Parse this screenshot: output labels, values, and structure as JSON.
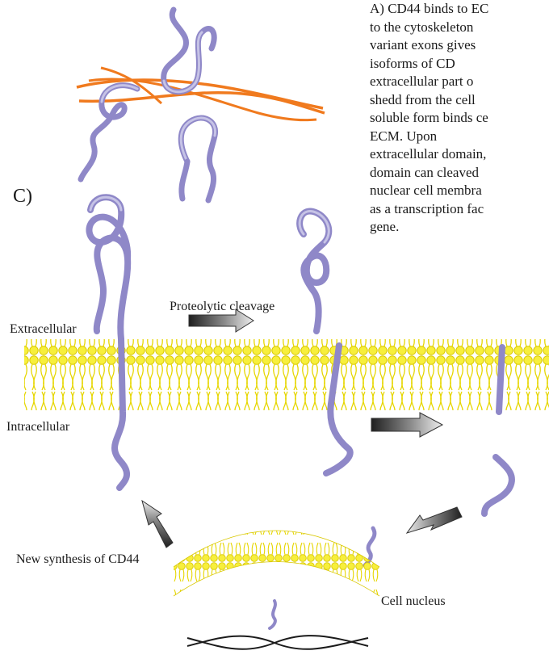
{
  "panel_label": "C)",
  "labels": {
    "extracellular": "Extracellular",
    "intracellular": "Intracellular",
    "proteolytic_cleavage": "Proteolytic cleavage",
    "new_synthesis": "New synthesis of CD44",
    "cell_nucleus": "Cell nucleus"
  },
  "caption_lines": [
    "A) CD44 binds to EC",
    "to the cytoskeleton",
    "variant exons gives",
    "isoforms    of    CD",
    "extracellular part o",
    "shedd from the cell",
    "soluble form binds ce",
    "ECM.       Upon",
    "extracellular domain,",
    "domain can cleaved",
    "nuclear cell membra",
    "as a transcription fac",
    "gene."
  ],
  "colors": {
    "membrane": "#f7ef3c",
    "membrane_outline": "#d9c800",
    "protein": "#8f88c8",
    "protein_light": "#c6c3e6",
    "ecm_fiber": "#f07a1e",
    "dna": "#1a1a1a"
  }
}
